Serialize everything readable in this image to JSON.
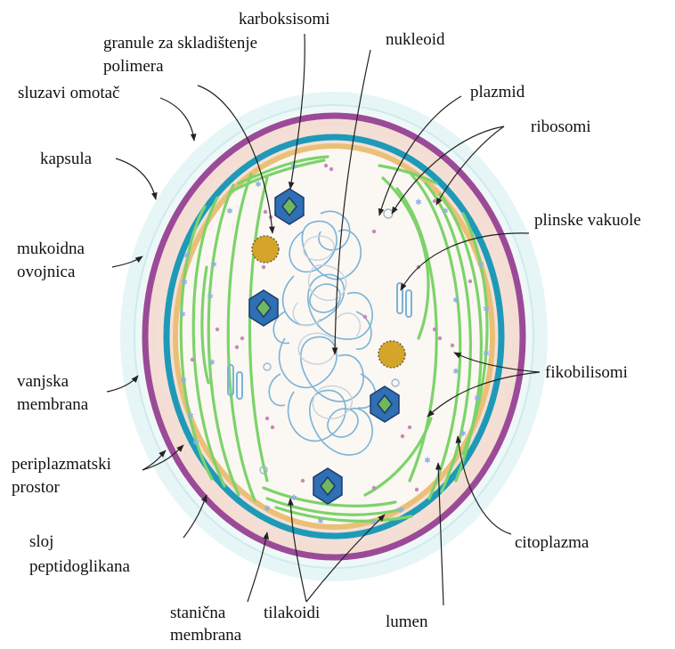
{
  "labels": {
    "karboksisomi": "karboksisomi",
    "granule_1": "granule za skladištenje",
    "granule_2": "polimera",
    "nukleoid": "nukleoid",
    "sluzavi": "sluzavi omotač",
    "plazmid": "plazmid",
    "ribosomi": "ribosomi",
    "kapsula": "kapsula",
    "plinske": "plinske vakuole",
    "mukoidna_1": "mukoidna",
    "mukoidna_2": "ovojnica",
    "fikobilisomi": "fikobilisomi",
    "vanjska_1": "vanjska",
    "vanjska_2": "membrana",
    "periplazmatski_1": "periplazmatski",
    "periplazmatski_2": "prostor",
    "citoplazma": "citoplazma",
    "sloj_1": "sloj",
    "sloj_2": "peptidoglikana",
    "stanicna_1": "stanična",
    "stanicna_2": "membrana",
    "tilakoidi": "tilakoidi",
    "lumen": "lumen"
  },
  "colors": {
    "slime": "#dff2f4",
    "capsule": "#e9f4f4",
    "outer_membrane": "#9b4a98",
    "periplasm": "#f4dfd6",
    "peptidoglycan": "#1e9ab8",
    "plasma_membrane": "#eabf77",
    "thylakoid": "#7cd36a",
    "dna": "#7ab3d6",
    "granule": "#d4a52a",
    "carboxysome": "#2f6fb3"
  }
}
